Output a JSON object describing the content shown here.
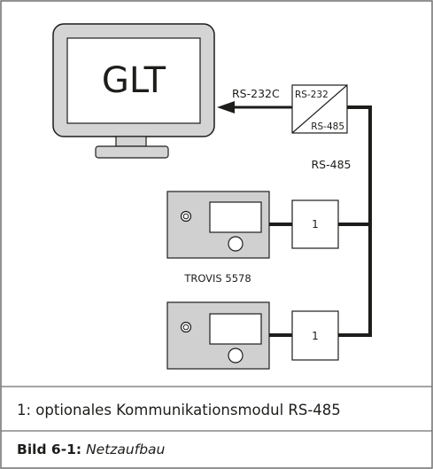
{
  "diagram": {
    "monitor_label": "GLT",
    "interface_left_label": "RS-232C",
    "converter_top_label": "RS-232",
    "converter_bottom_label": "RS-485",
    "bus_label": "RS-485",
    "module_labels": [
      "1",
      "1"
    ],
    "device_name": "TROVIS 5578"
  },
  "caption": "1: optionales Kommunikationsmodul RS-485",
  "figure": {
    "number": "Bild 6-1:",
    "title": "Netzaufbau"
  },
  "colors": {
    "line": "#1d1d1b",
    "monitor_fill": "#d4d4d4",
    "device_fill": "#d0d0d0",
    "frame": "#6f6f6f"
  }
}
